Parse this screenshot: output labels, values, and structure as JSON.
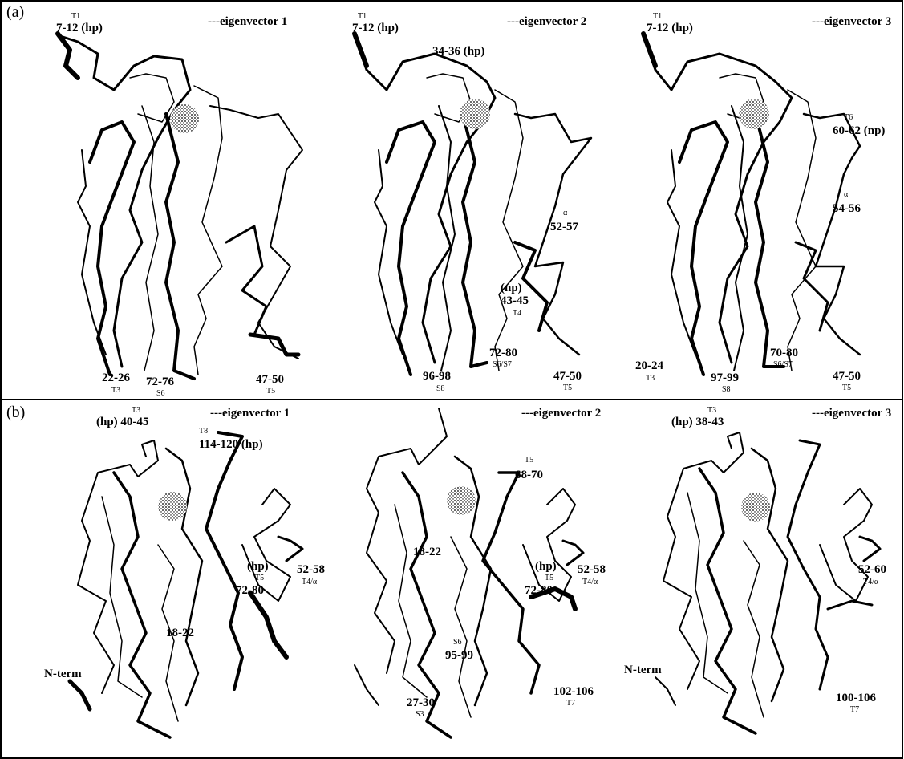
{
  "panel_a": {
    "label": "(a)",
    "eig1": {
      "header": "---eigenvector 1",
      "t1": "T1",
      "r7_12": "7-12 (hp)",
      "r22_26": "22-26",
      "t3": "T3",
      "r72_76": "72-76",
      "s6": "S6",
      "r47_50": "47-50",
      "t5": "T5"
    },
    "eig2": {
      "header": "---eigenvector 2",
      "t1": "T1",
      "r7_12": "7-12 (hp)",
      "r34_36": "34-36 (hp)",
      "alpha": "α",
      "r52_57": "52-57",
      "np": "(np)",
      "r43_45": "43-45",
      "t4": "T4",
      "r72_80": "72-80",
      "s6s7": "S6/S7",
      "r96_98": "96-98",
      "s8": "S8",
      "r47_50": "47-50",
      "t5": "T5"
    },
    "eig3": {
      "header": "---eigenvector 3",
      "t1": "T1",
      "r7_12": "7-12 (hp)",
      "t6": "T6",
      "r60_62": "60-62 (np)",
      "alpha": "α",
      "r54_56": "54-56",
      "r70_80": "70-80",
      "s6s7": "S6/S7",
      "r20_24": "20-24",
      "t3": "T3",
      "r97_99": "97-99",
      "s8": "S8",
      "r47_50": "47-50",
      "t5": "T5"
    }
  },
  "panel_b": {
    "label": "(b)",
    "eig1": {
      "header": "---eigenvector 1",
      "t3": "T3",
      "r40_45": "(hp) 40-45",
      "t8": "T8",
      "r114_120": "114-120 (hp)",
      "hp": "(hp)",
      "t5": "T5",
      "r72_80": "72-80",
      "r52_58": "52-58",
      "t4a": "T4/α",
      "r18_22": "18-22",
      "nterm": "N-term"
    },
    "eig2": {
      "header": "---eigenvector 2",
      "t5": "T5",
      "r68_70": "68-70",
      "r18_22": "18-22",
      "hp": "(hp)",
      "t5b": "T5",
      "r72_80": "72-80",
      "r52_58": "52-58",
      "t4a": "T4/α",
      "s6": "S6",
      "r95_99": "95-99",
      "r27_30": "27-30",
      "s3": "S3",
      "r102_106": "102-106",
      "t7": "T7"
    },
    "eig3": {
      "header": "---eigenvector 3",
      "t3": "T3",
      "r38_43": "(hp) 38-43",
      "r52_60": "52-60",
      "t4a": "T4/α",
      "nterm": "N-term",
      "r100_106": "100-106",
      "t7": "T7"
    }
  }
}
